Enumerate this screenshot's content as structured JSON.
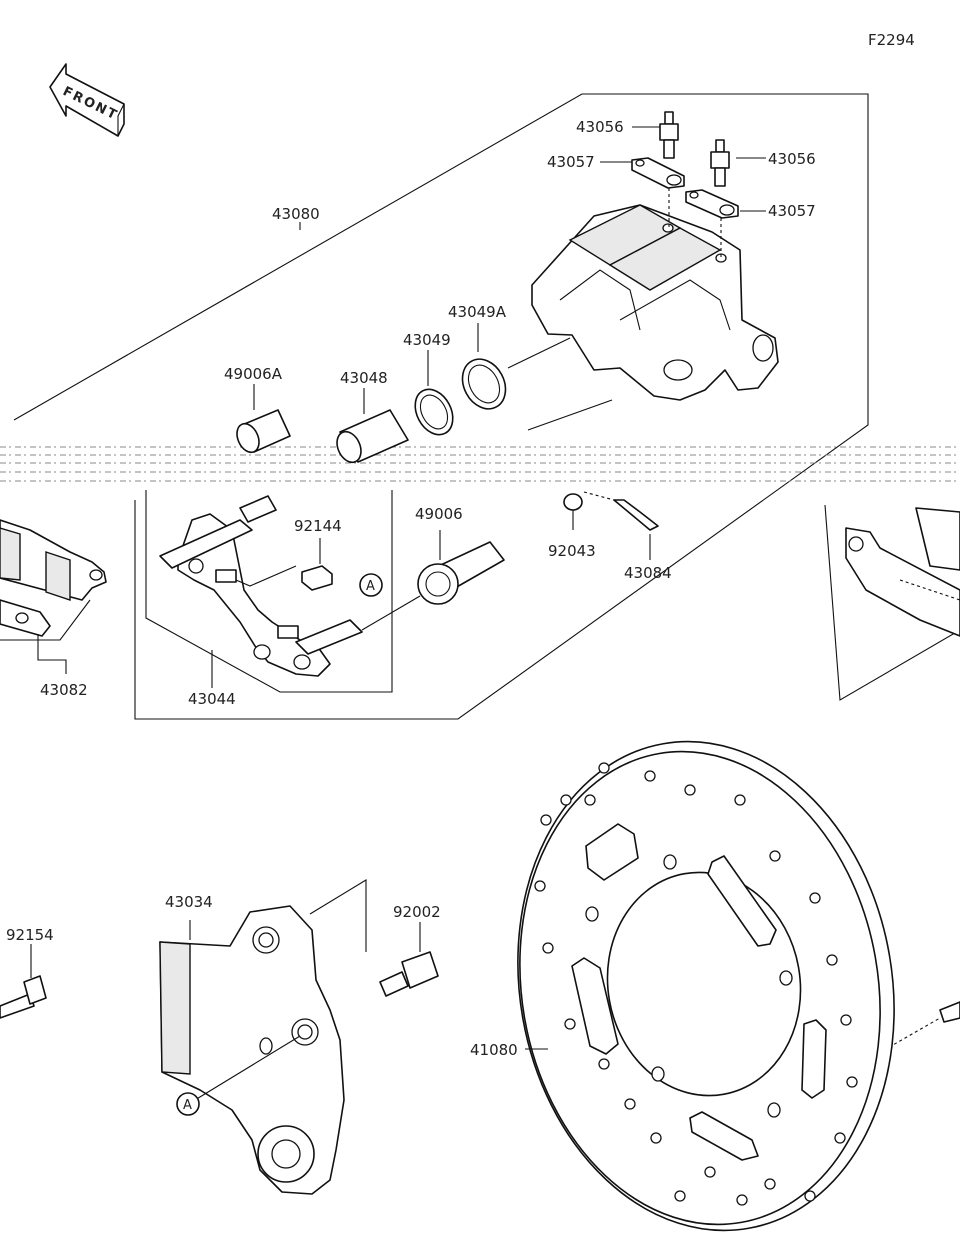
{
  "diagram_code": "F2294",
  "front_label": "FRONT",
  "ref_marker": "A",
  "labels": {
    "p43080": "43080",
    "p43056a": "43056",
    "p43056b": "43056",
    "p43057a": "43057",
    "p43057b": "43057",
    "p43049A": "43049A",
    "p43049": "43049",
    "p43048": "43048",
    "p49006A": "49006A",
    "p92144": "92144",
    "p49006": "49006",
    "p92043": "92043",
    "p43084": "43084",
    "p43082": "43082",
    "p43044": "43044",
    "p43034": "43034",
    "p92002": "92002",
    "p92154": "92154",
    "p41080": "41080"
  }
}
